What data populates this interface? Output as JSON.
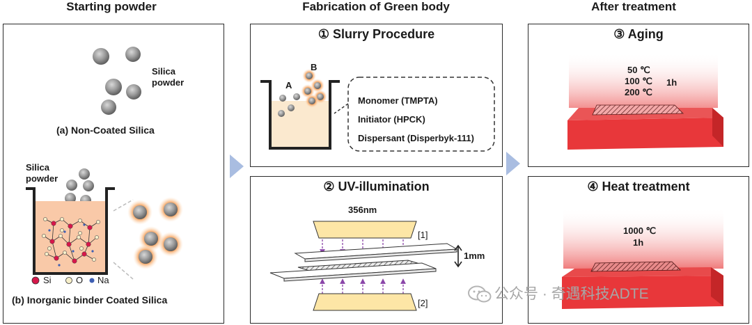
{
  "columns": {
    "starting": "Starting powder",
    "fabrication": "Fabrication of Green body",
    "after": "After treatment"
  },
  "starting_panel": {
    "silica_label": "Silica\npowder",
    "non_coated_caption": "(a) Non-Coated Silica",
    "silica_label_b": "Silica\npowder",
    "legend": [
      {
        "symbol": "Si",
        "color": "#d6174a"
      },
      {
        "symbol": "O",
        "color": "#f7efc9"
      },
      {
        "symbol": "Na",
        "color": "#3e5fb3"
      }
    ],
    "coated_caption": "(b) Inorganic binder Coated Silica"
  },
  "slurry": {
    "title": "① Slurry Procedure",
    "label_a": "A",
    "label_b": "B",
    "components": [
      "Monomer (TMPTA)",
      "Initiator (HPCK)",
      "Dispersant (Disperbyk-111)"
    ]
  },
  "uv": {
    "title": "② UV-illumination",
    "wavelength": "356nm",
    "label_1": "[1]",
    "label_2": "[2]",
    "thickness": "1mm"
  },
  "aging": {
    "title": "③ Aging",
    "temps": [
      "50 ℃",
      "100 ℃",
      "200 ℃"
    ],
    "time": "1h"
  },
  "heat": {
    "title": "④ Heat treatment",
    "temp": "1000 ℃",
    "time": "1h"
  },
  "watermark": "公众号 · 奇遇科技ADTE",
  "colors": {
    "slurry_fill": "#fbe9cf",
    "heat_red": "#e8373a",
    "uv_lamp": "#fde6a6",
    "uv_arrow": "#8a44a8",
    "flow_arrow": "#a9bde1"
  }
}
